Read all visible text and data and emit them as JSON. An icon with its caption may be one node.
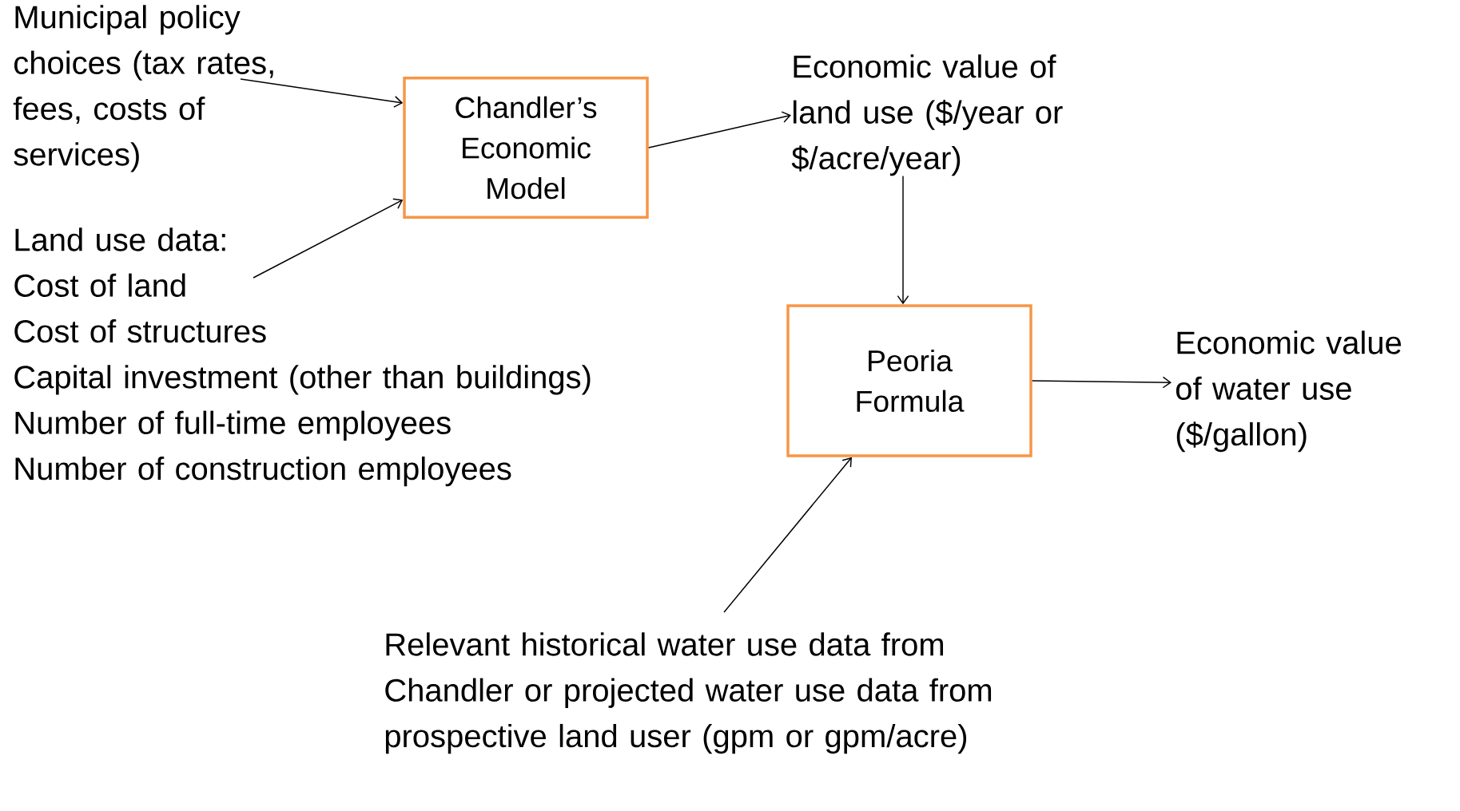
{
  "diagram": {
    "nodes": [
      {
        "text": [
          "Municipal policy choices (tax rates, fees, costs of services)"
        ]
      },
      {
        "text": [
          "Chandler’s Economic Model"
        ]
      },
      {
        "text": [
          "Economic value of land use ($/year or $/acre/year)"
        ]
      },
      {
        "text": [
          "Land use data:",
          "Cost of land",
          "Cost of structures",
          "Capital investment (other than buildings)",
          "Number of full-time employees",
          "Number of construction employees"
        ]
      },
      {
        "text": [
          "Peoria Formula"
        ]
      },
      {
        "text": [
          "Economic value of water use ($/gallon)"
        ]
      },
      {
        "text": [
          "Relevant historical water use data from Chandler or projected water use data from prospective land user (gpm or gpm/acre)"
        ]
      }
    ],
    "edges": [
      {
        "from": 0,
        "to": 1,
        "arrow": "to"
      },
      {
        "from": 3,
        "to": 1,
        "arrow": "to"
      },
      {
        "from": 1,
        "to": 2,
        "arrow": "to"
      },
      {
        "from": 2,
        "to": 4,
        "arrow": "to"
      },
      {
        "from": 4,
        "to": 5,
        "arrow": "to"
      },
      {
        "from": 6,
        "to": 4,
        "arrow": "to"
      }
    ]
  }
}
